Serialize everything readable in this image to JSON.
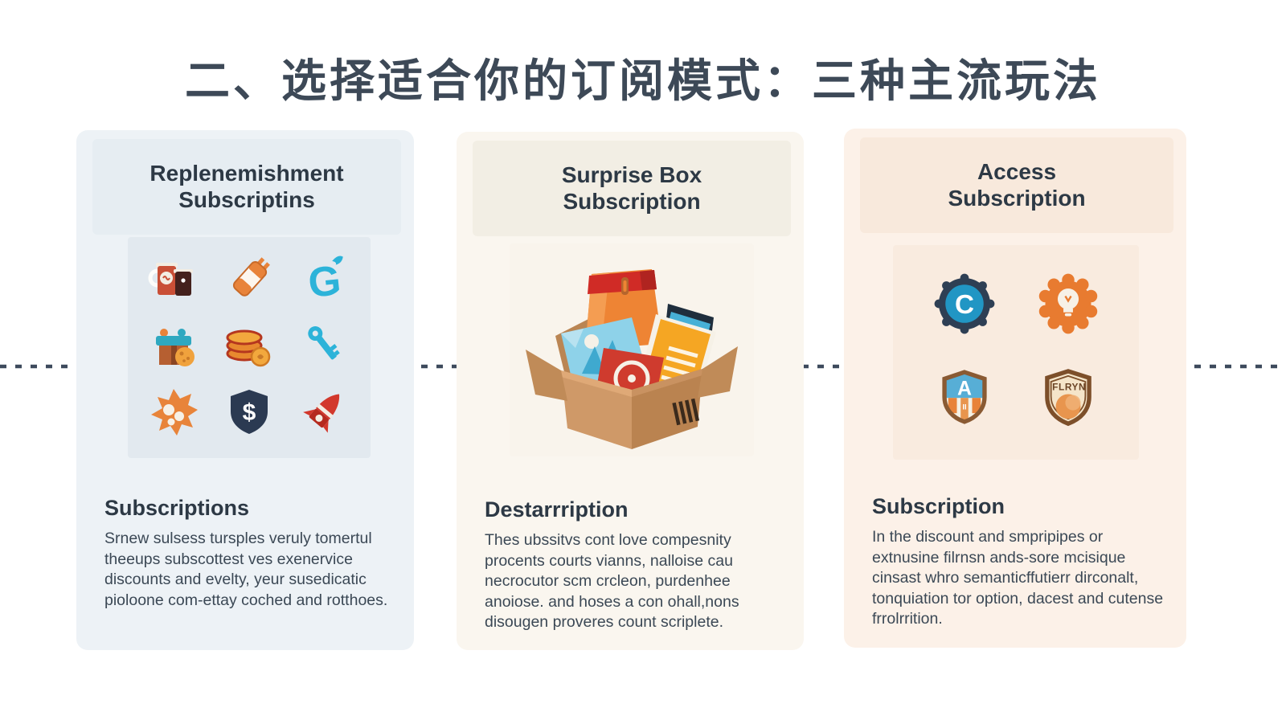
{
  "title": "二、选择适合你的订阅模式：三种主流玩法",
  "colors": {
    "title_text": "#3d4957",
    "arrow_dash": "#3d4a5c",
    "card1_bg": "#edf2f6",
    "card2_bg": "#faf6ef",
    "card3_bg": "#fcf1e8",
    "heading_text": "#2d3945",
    "body_text": "#3b4855",
    "accent_orange": "#e8833a",
    "accent_cyan": "#2cb3d9",
    "accent_navy": "#2b3a52",
    "accent_red": "#d2382c"
  },
  "cards": [
    {
      "header_title": "Replenemishment Subscriptins",
      "section_title": "Subscriptions",
      "body": "Srnew sulsess tursples veruly tomertul theeups subscottest ves exenervice discounts and evelty, yeur susedicatic pioloone com-ettay coched and rotthoes.",
      "icons": [
        "coffee-mugs-icon",
        "striped-bottle-icon",
        "letter-g-icon",
        "gift-box-icon",
        "coins-icon",
        "key-icon",
        "splash-icon",
        "shield-dollar-icon",
        "rocket-icon"
      ],
      "icon_g_letter": "G",
      "icon_dollar": "$"
    },
    {
      "header_title": "Surprise Box Subscription",
      "section_title": "Destarrription",
      "body": "Thes ubssitvs cont love compesnity procents courts vianns, nalloise cau necrocutor scm crcleon, purdenhee anoiose. and hoses a con ohall,nons disougen proveres count scriplete.",
      "icons": [
        "surprise-box-illustration"
      ]
    },
    {
      "header_title": "Access Subscription",
      "section_title": "Subscription",
      "body": "In the discount and smpripipes or extnusine filrnsn ands-sore mcisique cinsast whro semanticffutierr dirconalt, tonquiation tor option, dacest and cutense frrolrrition.",
      "icons": [
        "letter-c-badge-icon",
        "lightbulb-badge-icon",
        "shield-a-badge-icon",
        "shield-flryn-badge-icon"
      ],
      "badge_c_letter": "C",
      "badge_a_letter": "A",
      "badge_flryn_text": "FLRYN"
    }
  ]
}
